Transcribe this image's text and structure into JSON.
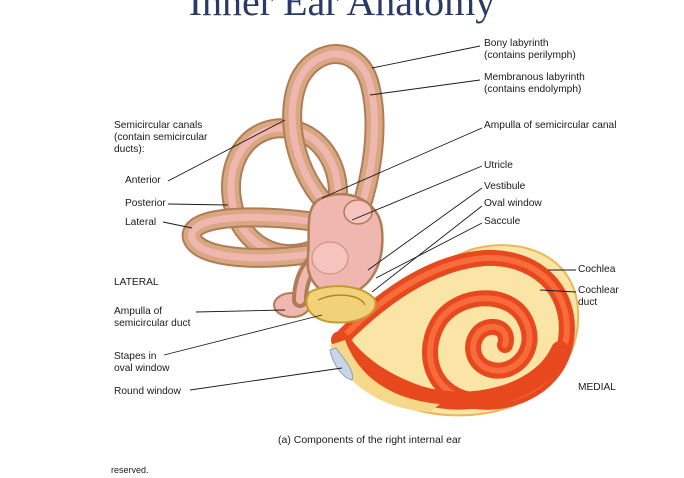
{
  "slide": {
    "title": "Inner Ear Anatomy"
  },
  "figure": {
    "caption": "(a) Components of the right internal ear",
    "labels": {
      "bony_labyrinth": "Bony labyrinth\n(contains perilymph)",
      "membranous_labyrinth": "Membranous labyrinth\n(contains endolymph)",
      "ampulla_canal": "Ampulla of semicircular canal",
      "semicircular_canals": "Semicircular canals\n(contain semicircular\nducts):",
      "anterior": "Anterior",
      "posterior": "Posterior",
      "lateral_canal": "Lateral",
      "utricle": "Utricle",
      "vestibule": "Vestibule",
      "oval_window": "Oval window",
      "saccule": "Saccule",
      "cochlea": "Cochlea",
      "cochlear_duct": "Cochlear\nduct",
      "lateral_side": "LATERAL",
      "medial_side": "MEDIAL",
      "ampulla_duct": "Ampulla of\nsemicircular duct",
      "stapes": "Stapes in\noval window",
      "round_window": "Round window"
    }
  },
  "footer": {
    "text": "reserved."
  },
  "colors": {
    "bony": "#d8a882",
    "membrane": "#f0b6b0",
    "cochlea_cream": "#fbe5a6",
    "cochlea_red": "#e8481e",
    "title": "#2a3a66"
  }
}
